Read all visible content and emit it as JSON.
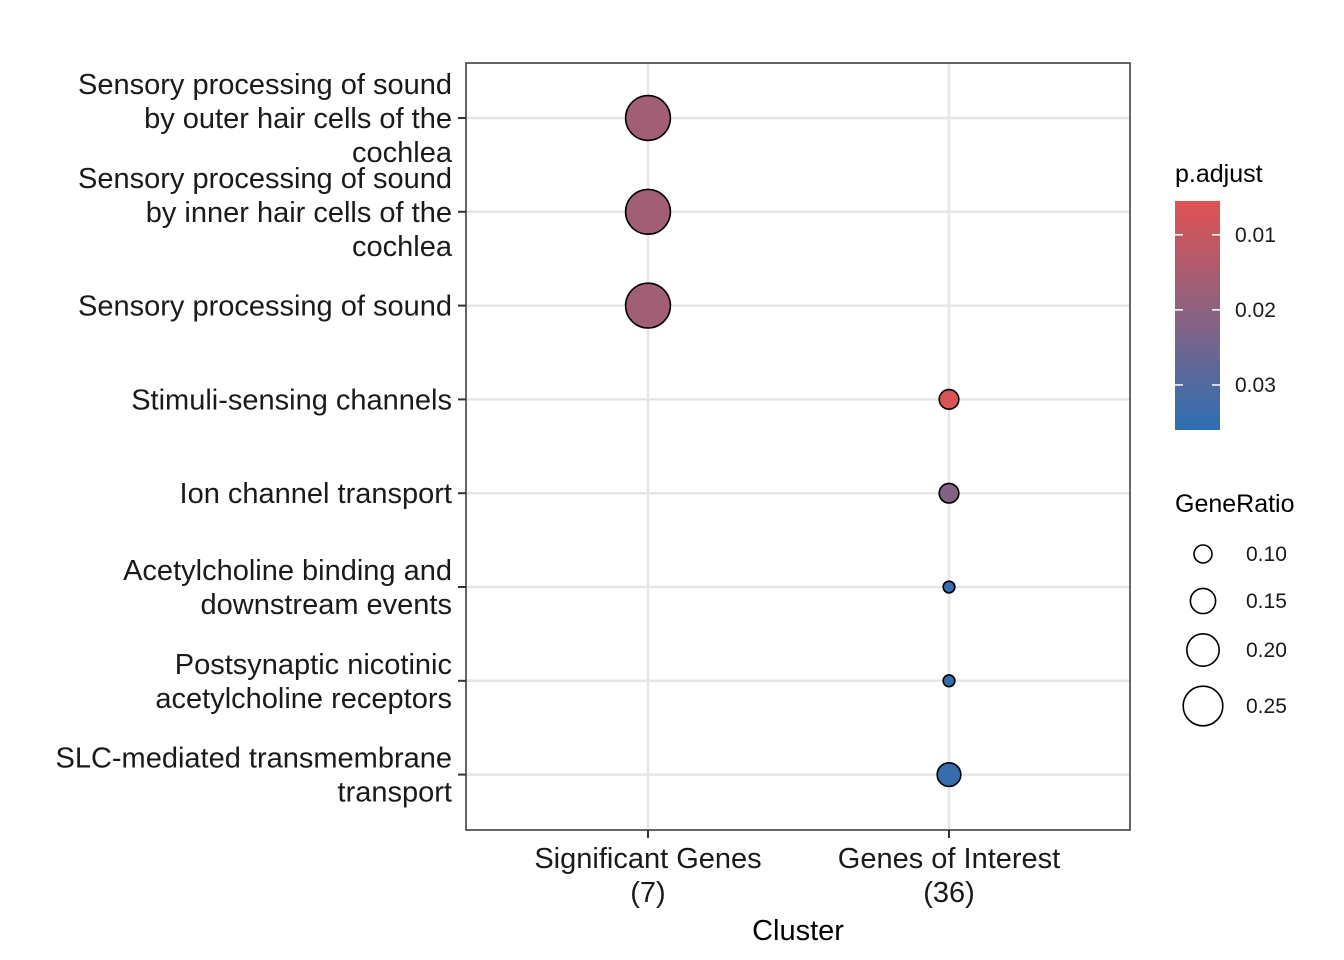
{
  "chart_data": {
    "type": "scatter",
    "xlabel": "Cluster",
    "ylabel": "",
    "x_categories": [
      "Significant Genes\n(7)",
      "Genes of Interest\n(36)"
    ],
    "y_categories": [
      "Sensory processing of sound\nby outer hair cells of the\ncochlea",
      "Sensory processing of sound\nby inner hair cells of the\ncochlea",
      "Sensory processing of sound",
      "Stimuli-sensing channels",
      "Ion channel transport",
      "Acetylcholine binding and\ndownstream events",
      "Postsynaptic nicotinic\nacetylcholine receptors",
      "SLC-mediated transmembrane\ntransport"
    ],
    "points": [
      {
        "x": 0,
        "y": 0,
        "gene_ratio": 0.286,
        "p_adjust": 0.0165
      },
      {
        "x": 0,
        "y": 1,
        "gene_ratio": 0.286,
        "p_adjust": 0.0165
      },
      {
        "x": 0,
        "y": 2,
        "gene_ratio": 0.286,
        "p_adjust": 0.0165
      },
      {
        "x": 1,
        "y": 3,
        "gene_ratio": 0.111,
        "p_adjust": 0.0065
      },
      {
        "x": 1,
        "y": 4,
        "gene_ratio": 0.111,
        "p_adjust": 0.022
      },
      {
        "x": 1,
        "y": 5,
        "gene_ratio": 0.056,
        "p_adjust": 0.034
      },
      {
        "x": 1,
        "y": 6,
        "gene_ratio": 0.056,
        "p_adjust": 0.034
      },
      {
        "x": 1,
        "y": 7,
        "gene_ratio": 0.139,
        "p_adjust": 0.034
      }
    ],
    "color_legend": {
      "title": "p.adjust",
      "ticks": [
        {
          "label": "0.01",
          "value": 0.01
        },
        {
          "label": "0.02",
          "value": 0.02
        },
        {
          "label": "0.03",
          "value": 0.03
        }
      ],
      "range": [
        0.0055,
        0.036
      ],
      "low_color": "#e05252",
      "mid_color": "#8a6282",
      "high_color": "#2c6fb3"
    },
    "size_legend": {
      "title": "GeneRatio",
      "ticks": [
        {
          "label": "0.10",
          "value": 0.1
        },
        {
          "label": "0.15",
          "value": 0.15
        },
        {
          "label": "0.20",
          "value": 0.2
        },
        {
          "label": "0.25",
          "value": 0.25
        }
      ]
    },
    "grid": true
  }
}
